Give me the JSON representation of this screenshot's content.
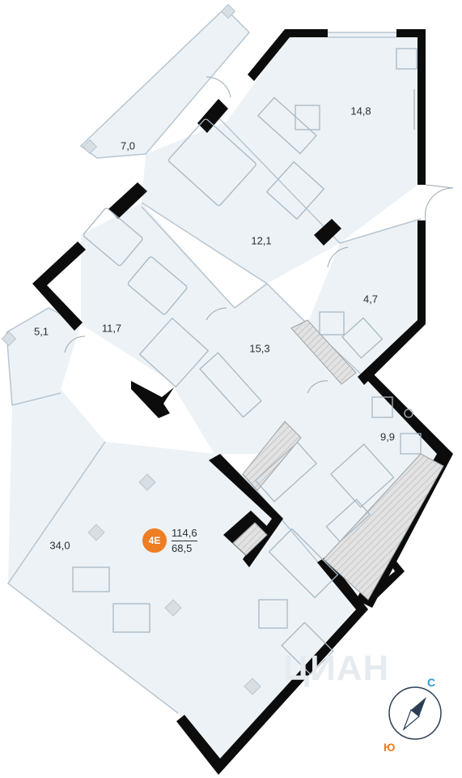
{
  "plan": {
    "apartment_code": "4E",
    "total_area": "114,6",
    "living_area": "68,5",
    "rooms": [
      {
        "id": "room-top-right",
        "area": "14,8"
      },
      {
        "id": "balcony-top",
        "area": "7,0"
      },
      {
        "id": "bedroom-master",
        "area": "12,1"
      },
      {
        "id": "bathroom",
        "area": "4,7"
      },
      {
        "id": "balcony-left",
        "area": "5,1"
      },
      {
        "id": "bedroom-twin",
        "area": "11,7"
      },
      {
        "id": "hallway",
        "area": "15,3"
      },
      {
        "id": "kitchen",
        "area": "9,9"
      },
      {
        "id": "living-room",
        "area": "34,0"
      }
    ]
  },
  "compass": {
    "north": "С",
    "south": "Ю"
  },
  "watermark": "ЦИАН",
  "colors": {
    "floor": "#ecf2f6",
    "wall": "#0c0c0c",
    "line": "#b8c6d1",
    "accent": "#ef7d23",
    "north": "#2b9bd6",
    "hatch": "#d4d4d4"
  }
}
